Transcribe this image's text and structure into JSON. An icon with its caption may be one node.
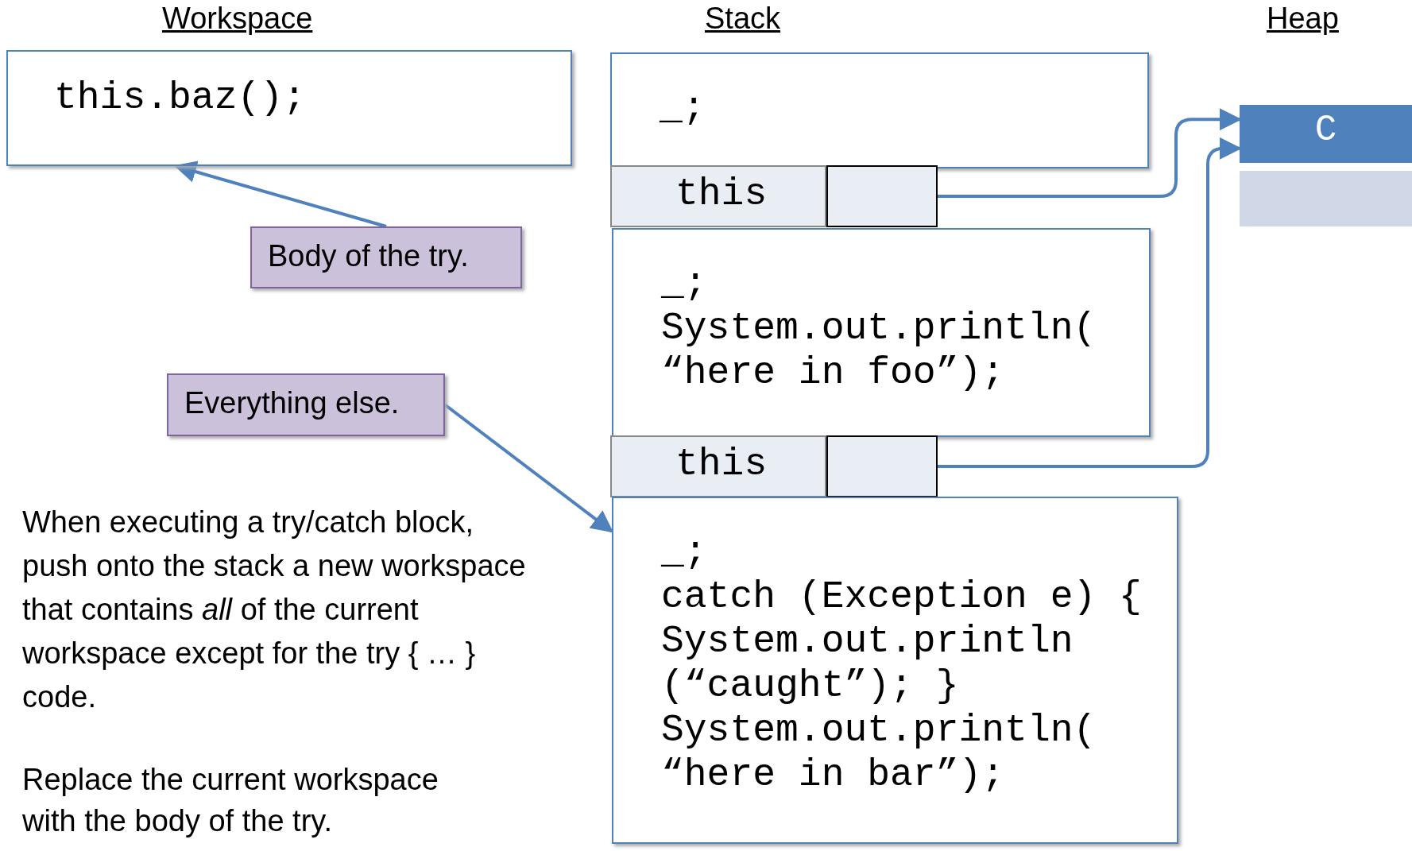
{
  "diagram": {
    "nodes": [
      {
        "text": [
          "this.baz();"
        ]
      },
      {
        "text": [
          "Body of the try."
        ]
      },
      {
        "text": [
          "Everything else."
        ]
      },
      {
        "text": [
          "_;"
        ]
      },
      {
        "text": [
          "this"
        ]
      },
      {
        "text": [],
        "shape": "box"
      },
      {
        "text": [
          "_;",
          "System.out.println( “here in foo”);"
        ]
      },
      {
        "text": [
          "this"
        ]
      },
      {
        "text": [],
        "shape": "box"
      },
      {
        "text": [
          "_;",
          "catch (Exception e) { System.out.println (“caught”); }",
          "System.out.println( “here in bar”);"
        ]
      },
      {
        "text": [
          "C"
        ]
      },
      {
        "text": [],
        "shape": "box"
      }
    ],
    "edges": [
      {
        "from": 1,
        "to": 0,
        "arrow": "to"
      },
      {
        "from": 2,
        "to": 9,
        "arrow": "to"
      },
      {
        "from": 5,
        "to": 10,
        "arrow": "to"
      },
      {
        "from": 8,
        "to": 10,
        "arrow": "to"
      }
    ],
    "labels": [
      "Workspace",
      "Stack",
      "Heap",
      "When executing a try/catch block, push onto the stack a new workspace that contains *all* of the current workspace except for the try { … } code.",
      "Replace the current workspace with the body of the try."
    ]
  }
}
